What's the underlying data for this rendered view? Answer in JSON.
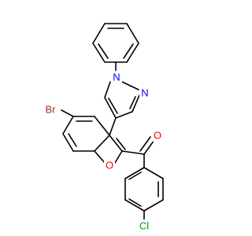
{
  "molecule": {
    "atoms": {
      "N1": {
        "label": "N",
        "color": "#0000ff"
      },
      "N2": {
        "label": "N",
        "color": "#0000ff"
      },
      "O": {
        "label": "O",
        "color": "#ff0000"
      },
      "O_furan": {
        "label": "O",
        "color": "#ff0000"
      },
      "Br": {
        "label": "Br",
        "color": "#a52a2a"
      },
      "Cl": {
        "label": "Cl",
        "color": "#00a000"
      }
    }
  }
}
